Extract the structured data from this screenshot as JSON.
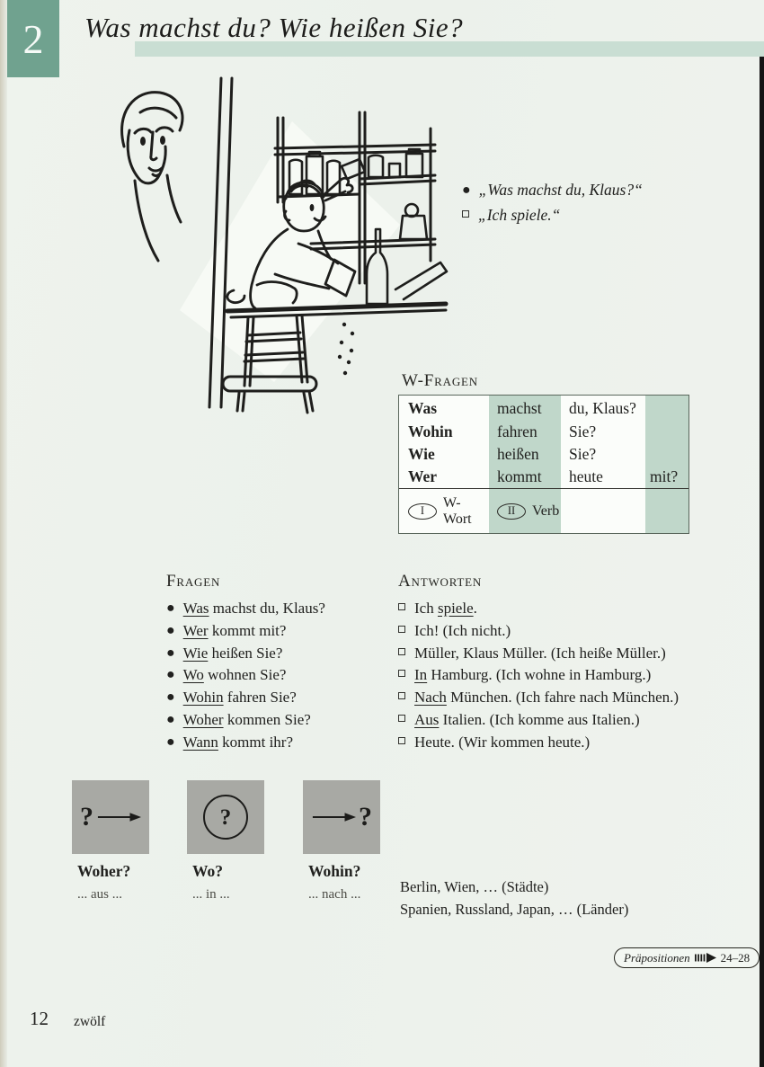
{
  "colors": {
    "page_bg": "#edf2ec",
    "unit_tab_green": "#70a28f",
    "title_band_green": "#c9ded3",
    "table_green": "#c0d7ca",
    "diagram_box_gray": "#a8a9a4",
    "text": "#21211f"
  },
  "page": {
    "unit_number": "2",
    "title": "Was machst du? Wie heißen Sie?",
    "page_number": "12",
    "page_number_word": "zwölf"
  },
  "dialogue": {
    "lines": [
      {
        "bullet": "round",
        "text": "„Was machst du, Klaus?“"
      },
      {
        "bullet": "square",
        "text": "„Ich spiele.“"
      }
    ]
  },
  "wfragen": {
    "heading": "W-Fragen",
    "rows": [
      {
        "w": "Was",
        "verb": "machst",
        "rest": "du, Klaus?",
        "extra": ""
      },
      {
        "w": "Wohin",
        "verb": "fahren",
        "rest": "Sie?",
        "extra": ""
      },
      {
        "w": "Wie",
        "verb": "heißen",
        "rest": "Sie?",
        "extra": ""
      },
      {
        "w": "Wer",
        "verb": "kommt",
        "rest": "heute",
        "extra": "mit?"
      }
    ],
    "footer": [
      {
        "numeral": "I",
        "label": "W-Wort"
      },
      {
        "numeral": "II",
        "label": "Verb"
      }
    ]
  },
  "fragen": {
    "heading": "Fragen",
    "items": [
      {
        "u": "Was",
        "rest": " machst du, Klaus?"
      },
      {
        "u": "Wer",
        "rest": " kommt mit?"
      },
      {
        "u": "Wie",
        "rest": " heißen Sie?"
      },
      {
        "u": "Wo",
        "rest": " wohnen Sie?"
      },
      {
        "u": "Wohin",
        "rest": " fahren Sie?"
      },
      {
        "u": "Woher",
        "rest": " kommen Sie?"
      },
      {
        "u": "Wann",
        "rest": " kommt ihr?"
      }
    ]
  },
  "antworten": {
    "heading": "Antworten",
    "items": [
      {
        "pre": "Ich ",
        "u": "spiele",
        "post": "."
      },
      {
        "pre": "Ich! (Ich nicht.)",
        "u": "",
        "post": ""
      },
      {
        "pre": "Müller, Klaus Müller. (Ich heiße Müller.)",
        "u": "",
        "post": ""
      },
      {
        "pre": "",
        "u": "In",
        "post": " Hamburg. (Ich wohne in Hamburg.)"
      },
      {
        "pre": "",
        "u": "Nach",
        "post": " München. (Ich fahre nach München.)"
      },
      {
        "pre": "",
        "u": "Aus",
        "post": " Italien. (Ich komme aus Italien.)"
      },
      {
        "pre": "Heute. (Wir kommen heute.)",
        "u": "",
        "post": ""
      }
    ]
  },
  "diagram": {
    "boxes": [
      {
        "question": "?",
        "type": "question-then-arrow",
        "label": "Woher?",
        "sub": "... aus ..."
      },
      {
        "question": "?",
        "type": "question-in-circle",
        "label": "Wo?",
        "sub": "... in ..."
      },
      {
        "question": "?",
        "type": "arrow-then-question",
        "label": "Wohin?",
        "sub": "... nach ..."
      }
    ],
    "examples": [
      "Berlin, Wien, … (Städte)",
      "Spanien, Russland, Japan, … (Länder)"
    ]
  },
  "reference_badge": {
    "label": "Präpositionen",
    "pages": "24–28"
  }
}
